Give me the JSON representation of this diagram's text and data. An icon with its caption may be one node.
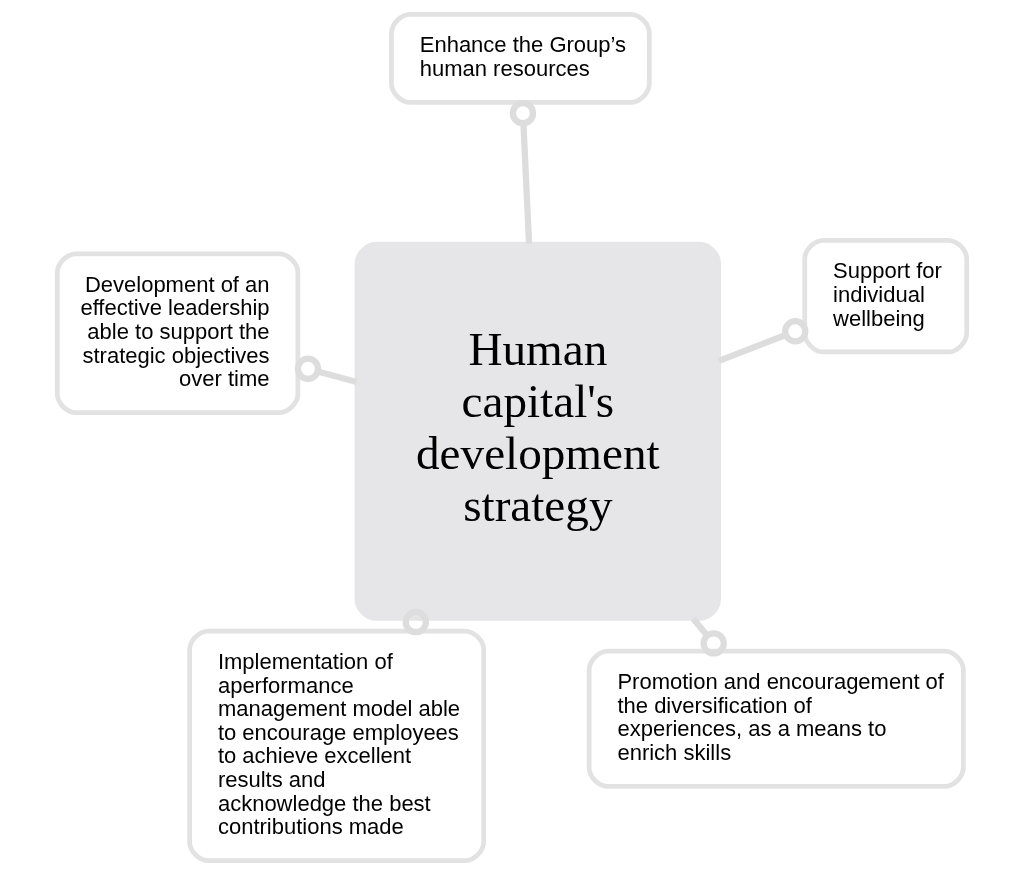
{
  "diagram": {
    "nodes": [
      {
        "text": [
          "Human capital's development strategy"
        ]
      },
      {
        "text": [
          "Promotion and encouragement of the diversification of experiences, as a means to enrich skills"
        ]
      },
      {
        "text": [
          "Implementation of aperformance management model able to encourage employees to achieve excellent results and acknowledge the best contributions made"
        ]
      },
      {
        "text": [
          "Development of an effective leadership able to support the strategic objectives over time"
        ]
      },
      {
        "text": [
          "Support for individual wellbeing"
        ]
      },
      {
        "text": [
          "Enhance the Group’s human resources"
        ]
      }
    ],
    "edges": [
      {
        "from": 0,
        "to": 1,
        "arrow": "other"
      },
      {
        "from": 0,
        "to": 2,
        "arrow": "other"
      },
      {
        "from": 0,
        "to": 3,
        "arrow": "other"
      },
      {
        "from": 0,
        "to": 4,
        "arrow": "other"
      },
      {
        "from": 0,
        "to": 5,
        "arrow": "other"
      }
    ]
  }
}
